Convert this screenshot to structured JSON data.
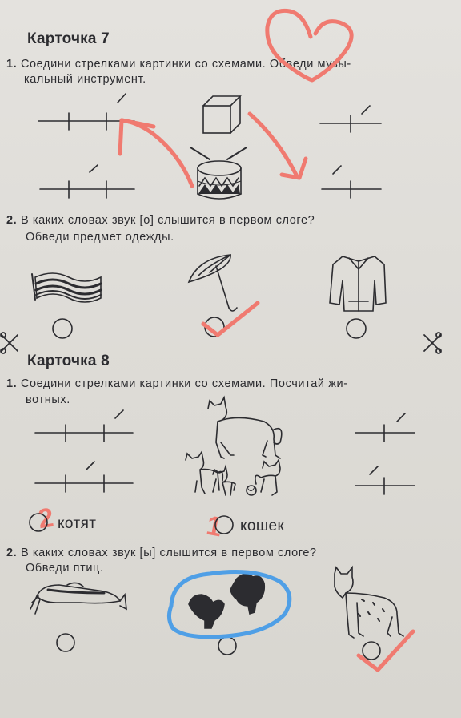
{
  "card7": {
    "title": "Карточка 7",
    "task1": {
      "number": "1.",
      "line1": "Соедини стрелками картинки со схемами. Обведи музы-",
      "line2": "кальный инструмент."
    },
    "task2": {
      "number": "2.",
      "line1": "В каких словах звук [о] слышится в первом слоге?",
      "line2": "Обведи предмет одежды."
    }
  },
  "card8": {
    "title": "Карточка 8",
    "task1": {
      "number": "1.",
      "line1": "Соедини стрелками картинки со схемами. Посчитай жи-",
      "line2": "вотных."
    },
    "count_kittens": {
      "digit": "2",
      "word": "котят"
    },
    "count_cats": {
      "digit": "1",
      "word": "кошек"
    },
    "task2": {
      "number": "2.",
      "line1": "В каких словах звук [ы] слышится в первом слоге?",
      "line2": "Обведи птиц."
    }
  },
  "colors": {
    "ink": "#2c2c30",
    "pen_red": "#f07a70",
    "pen_blue": "#4f9fe6"
  }
}
